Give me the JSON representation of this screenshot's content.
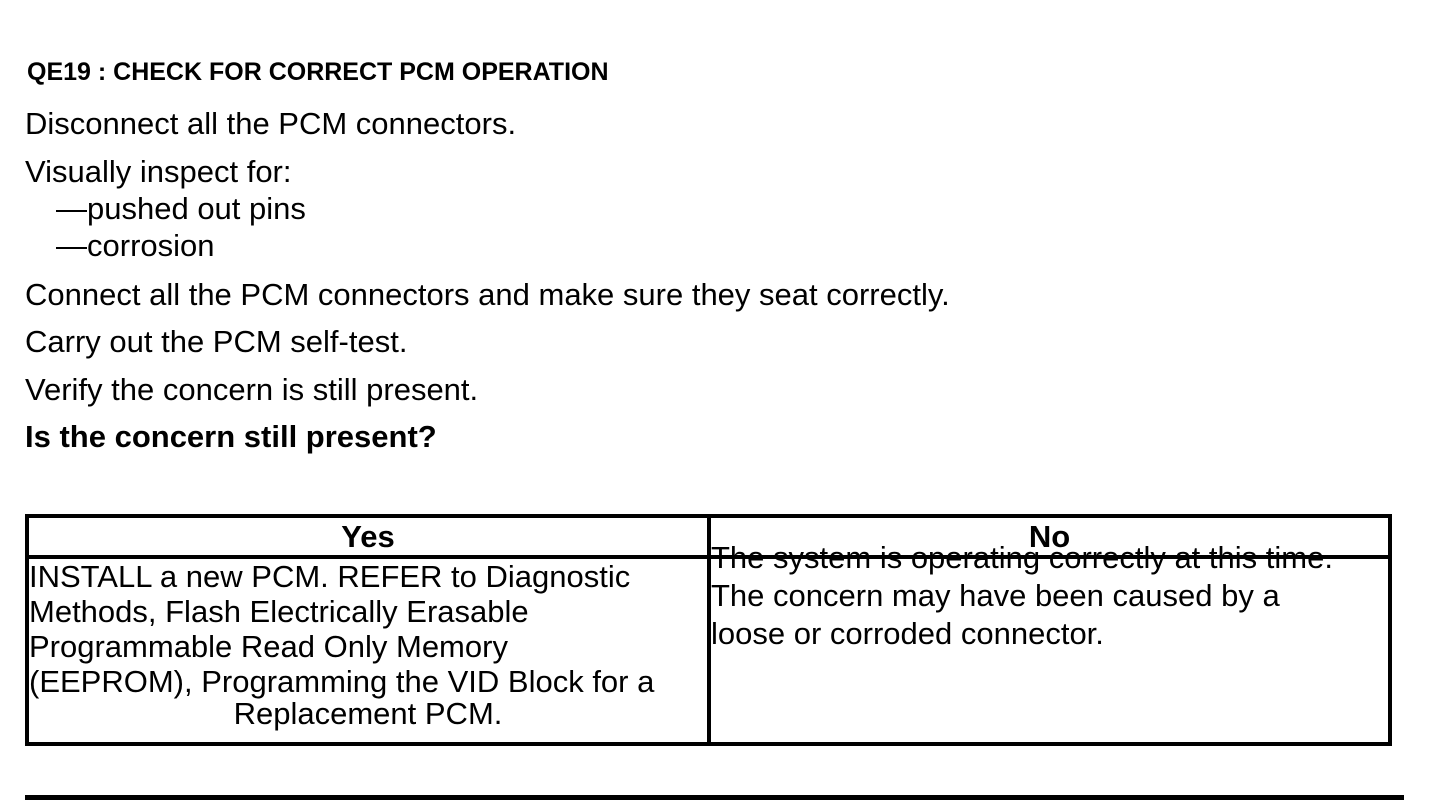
{
  "step": {
    "heading": "QE19 : CHECK FOR CORRECT PCM OPERATION"
  },
  "instructions": {
    "disconnect": "Disconnect all the PCM connectors.",
    "inspect": "Visually inspect for:",
    "inspect_items": [
      "—pushed out pins",
      "—corrosion"
    ],
    "connect": "Connect all the PCM connectors and make sure they seat correctly.",
    "self_test": "Carry out the PCM self-test.",
    "verify": "Verify the concern is still present.",
    "question": "Is the concern still present?"
  },
  "result_table": {
    "headers": [
      "Yes",
      "No"
    ],
    "yes_lines": [
      "INSTALL a new PCM. REFER to Diagnostic",
      "Methods,  Flash Electrically Erasable",
      "Programmable Read Only Memory",
      "(EEPROM), Programming the VID Block for a",
      "Replacement PCM."
    ],
    "no_lines": [
      "The system is operating correctly at this time.",
      "The concern may have been caused by a",
      "loose or corroded connector."
    ]
  }
}
